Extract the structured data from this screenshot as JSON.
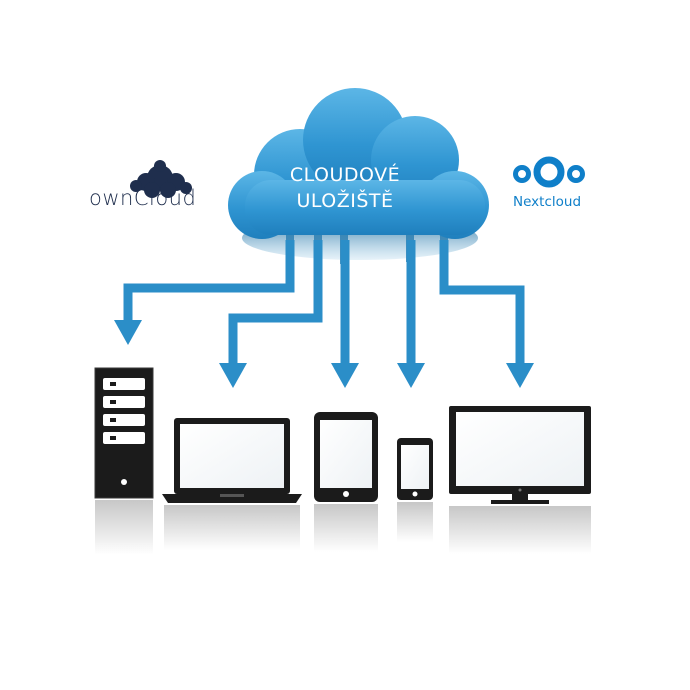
{
  "cloud": {
    "line1": "CLOUDOVÉ",
    "line2": "ULOŽIŠTĚ"
  },
  "logos": {
    "owncloud": "ownCloud",
    "nextcloud": "Nextcloud"
  },
  "colors": {
    "cloud": "#2f95d2",
    "arrow": "#2b8ec8",
    "owncloud": "#1f2e4d",
    "nextcloud": "#0f7fc9",
    "device": "#1b1b1b"
  },
  "devices": [
    "server-tower",
    "laptop",
    "tablet",
    "smartphone",
    "monitor"
  ]
}
